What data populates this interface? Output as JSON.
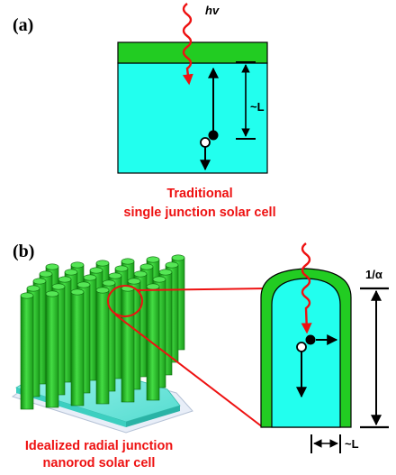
{
  "panel_a": {
    "label": "(a)",
    "photon_label": "hv",
    "length_label": "~L",
    "caption_line1": "Traditional",
    "caption_line2": "single junction solar cell"
  },
  "panel_b": {
    "label": "(b)",
    "absorption_label": "1/α",
    "length_label": "~L",
    "caption_line1": "Idealized radial junction",
    "caption_line2": "nanorod solar cell"
  },
  "colors": {
    "n_layer_green": "#22cc22",
    "bulk_cyan": "#22ffee",
    "photon_red": "#ee1111",
    "caption_red": "#ee1111",
    "outline": "#000000"
  }
}
